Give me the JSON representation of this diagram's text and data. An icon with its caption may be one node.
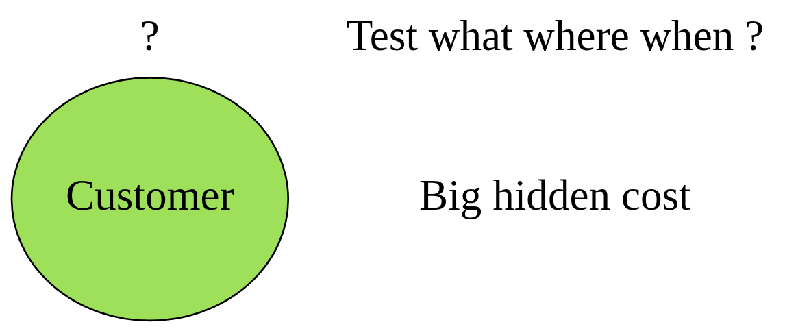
{
  "diagram": {
    "nodes": [
      {
        "text": [
          "Customer"
        ],
        "beside": [
          "?"
        ]
      }
    ],
    "labels": [
      "Test what where when ?",
      "Big hidden cost"
    ]
  }
}
